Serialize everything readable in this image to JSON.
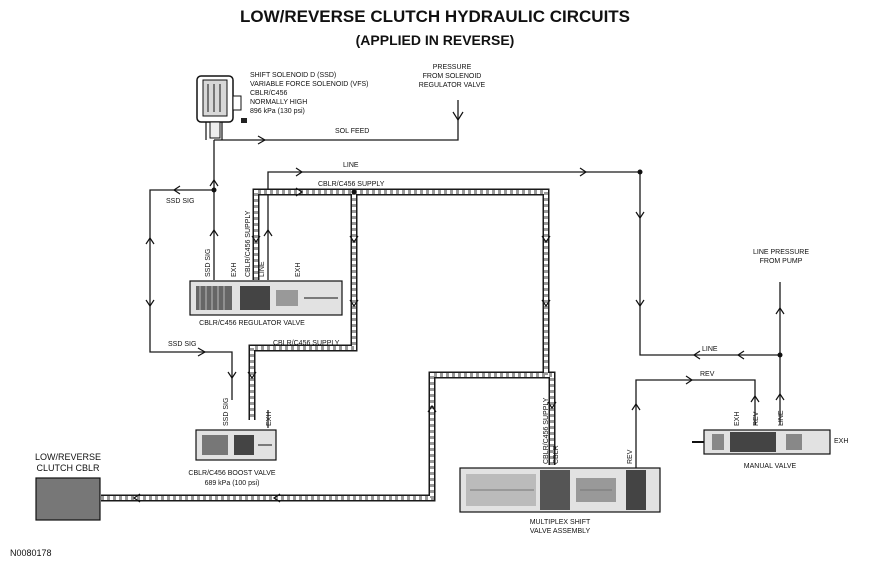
{
  "title": "LOW/REVERSE CLUTCH HYDRAULIC CIRCUITS",
  "subtitle": "(APPLIED IN REVERSE)",
  "figure_id": "N0080178",
  "solenoid_lines": [
    "SHIFT SOLENOID D (SSD)",
    "VARIABLE FORCE SOLENOID (VFS)",
    "CBLR/C456",
    "NORMALLY HIGH",
    "896 kPa (130 psi)"
  ],
  "pressure_source_lines": [
    "PRESSURE",
    "FROM SOLENOID",
    "REGULATOR VALVE"
  ],
  "line_pressure_lines": [
    "LINE PRESSURE",
    "FROM PUMP"
  ],
  "circuits": {
    "sol_feed": "SOL FEED",
    "line_top": "LINE",
    "cblr_supply_top": "CBLR/C456  SUPPLY",
    "ssd_sig_top": "SSD SIG",
    "ssd_sig_bottom": "SSD SIG",
    "cblr_supply_bottom": "CBLR/C456 SUPPLY",
    "line_right": "LINE",
    "rev": "REV"
  },
  "regulator_valve": {
    "name": "CBLR/C456 REGULATOR VALVE",
    "ports": [
      "SSD SIG",
      "EXH",
      "CBLR/C456 SUPPLY",
      "LINE",
      "EXH"
    ]
  },
  "boost_valve": {
    "name_lines": [
      "CBLR/C456 BOOST VALVE",
      "689 kPa (100 psi)"
    ],
    "ports": [
      "SSD SIG",
      "EXH"
    ]
  },
  "clutch": {
    "name_lines": [
      "LOW/REVERSE",
      "CLUTCH CBLR"
    ]
  },
  "multiplex_valve": {
    "name_lines": [
      "MULTIPLEX SHIFT",
      "VALVE ASSEMBLY"
    ],
    "ports": [
      "CBLR/C456 SUPPLY",
      "CBLR",
      "REV"
    ]
  },
  "manual_valve": {
    "name": "MANUAL VALVE",
    "ports": [
      "EXH",
      "REV",
      "LINE"
    ],
    "side_port": "EXH"
  },
  "colors": {
    "line": "#1a1a1a",
    "hatch": "#aaaaaa",
    "clutch": "#777777",
    "valve_body": "#cfcfcf",
    "spool": "#555555"
  }
}
